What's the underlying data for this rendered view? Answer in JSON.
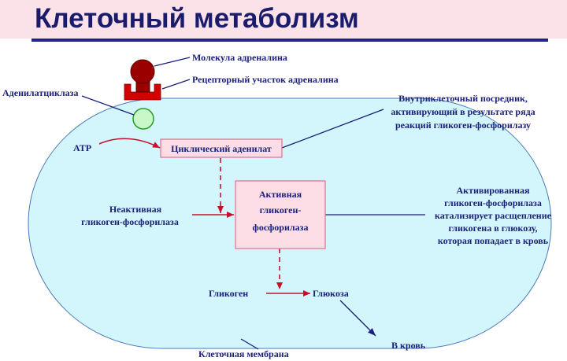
{
  "title": "Клеточный метаболизм",
  "diagram": {
    "adrenaline_molecule_label": "Молекула адреналина",
    "receptor_site_label": "Рецепторный участок адреналина",
    "adenylate_cyclase_label": "Аденилатциклаза",
    "messenger_note": [
      "Внутриклеточный посредник,",
      "активирующий в результате ряда",
      "реакций гликоген-фосфорилазу"
    ],
    "atp_label": "ATP",
    "cyclic_adenylate_box": "Циклический аденилат",
    "inactive_phosphorylase_label": [
      "Неактивная",
      "гликоген-фосфорилаза"
    ],
    "active_phosphorylase_box": [
      "Активная",
      "гликоген-",
      "фосфорилаза"
    ],
    "activated_note": [
      "Активированная",
      "гликоген-фосфорилаза",
      "катализирует расщепление",
      "гликогена в глюкозу,",
      "которая попадает в кровь"
    ],
    "glycogen_label": "Гликоген",
    "glucose_label": "Глюкоза",
    "to_blood_label": "В кровь",
    "cell_membrane_label": "Клеточная мембрана"
  },
  "colors": {
    "header_bg": "#fbe2e9",
    "title": "#1b1b6b",
    "rule": "#22228a",
    "label_text": "#1a1f7a",
    "cell_fill": "#d2f6fb",
    "cell_stroke": "#4a78b8",
    "box_fill": "#fcdde6",
    "box_stroke": "#e0708c",
    "reaction_arrow": "#c8102e",
    "pointer_line": "#1a1f7a",
    "receptor": "#d40000",
    "adrenaline": "#9a0000",
    "enzyme_fill": "#c9f7c9",
    "enzyme_stroke": "#22a022"
  }
}
